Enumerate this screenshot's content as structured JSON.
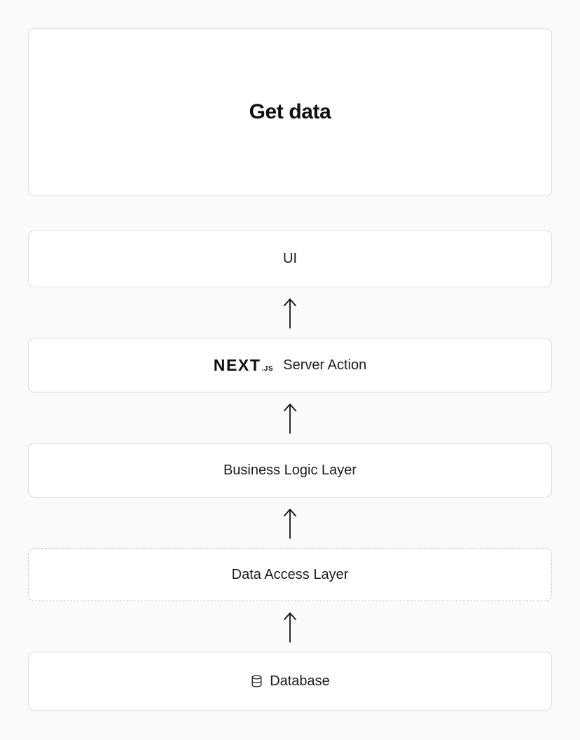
{
  "page": {
    "background_color": "#fafafa"
  },
  "diagram": {
    "title": {
      "label": "Get data"
    },
    "layers": [
      {
        "id": "ui",
        "label": "UI",
        "border": "solid"
      },
      {
        "id": "server-action",
        "logo_text": "NEXT",
        "logo_suffix": ".JS",
        "label": "Server Action",
        "border": "solid"
      },
      {
        "id": "business-logic",
        "label": "Business Logic Layer",
        "border": "solid"
      },
      {
        "id": "data-access",
        "label": "Data Access Layer",
        "border": "dashed"
      },
      {
        "id": "database",
        "label": "Database",
        "icon": "database-icon",
        "border": "solid"
      }
    ],
    "arrows": {
      "direction": "up",
      "count": 4
    },
    "colors": {
      "box_background": "#ffffff",
      "box_border": "#dcdcdc",
      "dashed_border": "#c9c9c9",
      "text": "#1b1b1b",
      "title_text": "#111111",
      "arrow": "#111111"
    }
  }
}
